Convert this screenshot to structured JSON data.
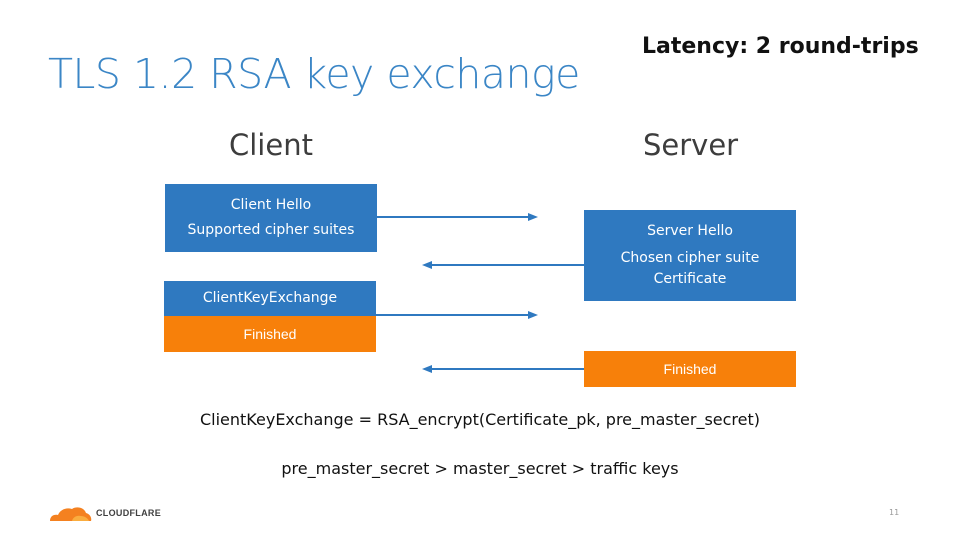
{
  "slide": {
    "title": "TLS 1.2 RSA key exchange",
    "latency_note": "Latency: 2 round-trips",
    "page_number": "11",
    "brand": "CLOUDFLARE",
    "colors": {
      "title": "#3b86c6",
      "box_blue": "#2f79c0",
      "box_orange": "#f7800a",
      "arrow": "#2f79c0"
    }
  },
  "columns": {
    "client": "Client",
    "server": "Server"
  },
  "client_messages": {
    "hello": {
      "line1": "Client Hello",
      "line2": "Supported cipher suites"
    },
    "key_exchange": "ClientKeyExchange",
    "finished": "Finished"
  },
  "server_messages": {
    "hello": {
      "line1": "Server Hello",
      "line2": "Chosen cipher suite",
      "line3": "Certificate"
    },
    "finished": "Finished"
  },
  "notes": {
    "formula": "ClientKeyExchange = RSA_encrypt(Certificate_pk, pre_master_secret)",
    "derivation": "pre_master_secret > master_secret > traffic keys"
  }
}
